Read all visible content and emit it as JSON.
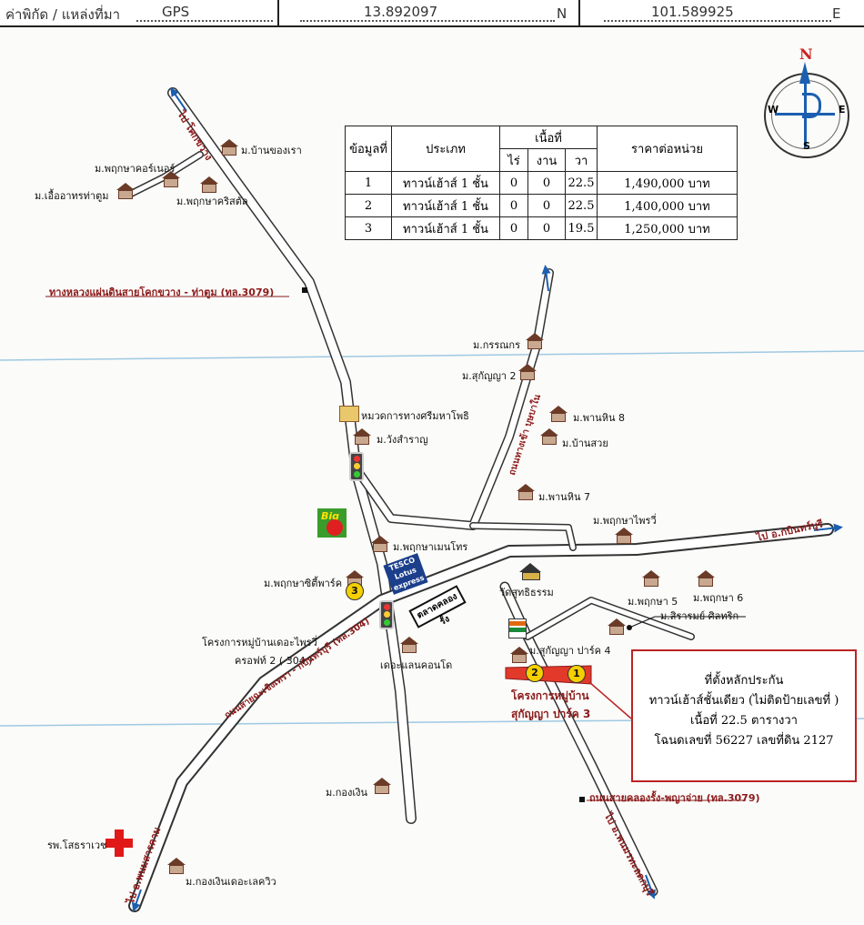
{
  "header": {
    "label": "ค่าพิกัด / แหล่งที่มา",
    "source": "GPS",
    "latitude": "13.892097",
    "lat_unit": "N",
    "longitude": "101.589925",
    "lon_unit": "E"
  },
  "table": {
    "headers": {
      "no": "ข้อมูลที่",
      "type": "ประเภท",
      "area": "เนื้อที่",
      "rai": "ไร่",
      "ngan": "งาน",
      "wa": "วา",
      "price": "ราคาต่อหน่วย"
    },
    "rows": [
      {
        "no": "1",
        "type": "ทาวน์เฮ้าส์ 1 ชั้น",
        "rai": "0",
        "ngan": "0",
        "wa": "22.5",
        "price": "1,490,000 บาท"
      },
      {
        "no": "2",
        "type": "ทาวน์เฮ้าส์ 1 ชั้น",
        "rai": "0",
        "ngan": "0",
        "wa": "22.5",
        "price": "1,400,000 บาท"
      },
      {
        "no": "3",
        "type": "ทาวน์เฮ้าส์ 1 ชั้น",
        "rai": "0",
        "ngan": "0",
        "wa": "19.5",
        "price": "1,250,000 บาท"
      }
    ]
  },
  "compass": {
    "n": "N",
    "e": "E",
    "w": "W",
    "s": "S"
  },
  "labels": {
    "to_khokkwang": "ไป โคกขวาง",
    "ban_khongrao": "ม.บ้านของเรา",
    "pruksa_cordinate": "ม.พฤกษาคอร์เนอร์",
    "ueaarthon": "ม.เอื้ออาทรท่าตูม",
    "pruksa_kristal": "ม.พฤกษาคริสตัล",
    "highway_3079": "ทางหลวงแผ่นดินสายโคกขวาง - ท่าตูม (ทล.3079)",
    "kannanakorn": "ม.กรรณกร",
    "sukanya2": "ม.สุกัญญา 2",
    "police": "หมวดการทางศรีมหาโพธิ",
    "wangsamran": "ม.วังสำราญ",
    "phanhin8": "ม.พานหิน 8",
    "bansuay": "ม.บ้านสวย",
    "road_phraputtabat": "ถนนทางเข้า บุษบาใน",
    "phanhin7": "ม.พานหิน 7",
    "pruksa_phrai": "ม.พฤกษาไพรวี่",
    "to_kabinburi": "ไป อ.กบินทร์บุรี",
    "pruksa_mesen": "ม.พฤกษาเมนโทร",
    "pruksa_city": "ม.พฤกษาซิตี้พาร์ค",
    "wat": "วัดสุทธิธรรม",
    "pruksa5": "ม.พฤกษา 5",
    "pruksa6": "ม.พฤกษา 6",
    "siraram": "ม.สิรารมย์ ศิลทริก",
    "market": "ตลาดคลองรั้ง",
    "project_phrai": "โครงการหมู่บ้านเดอะไพรวี่",
    "phase2": "ครอฟท์ 2 ( 304 )",
    "road_304": "ถนนสายฉะเชิงเทรา - กบินทร์บุรี (ทล.304)",
    "sukanya_park4": "ม.สุกัญญา ปาร์ค 4",
    "the_land": "เดอะแลนคอนโด",
    "project_red_1": "โครงการหมู่บ้าน",
    "project_red_2": "สุกัญญา ปาร์ค 3",
    "kongngoen": "ม.กองเงิน",
    "road_3079b": "ถนนสายคลองรั้ง-พญาจ่าย (ทล.3079)",
    "hospital": "รพ.โสธราเวช",
    "to_phanomsarakham": "ไป อ.พนมสารคาม",
    "kongngoen_deluxe": "ม.กองเงินเดอะเลควิว",
    "to_prachin": "ไป อ.พนมรทะลดกบุรี",
    "big_c": "Big",
    "lotus_1": "TESCO",
    "lotus_2": "Lotus",
    "lotus_3": "express"
  },
  "badges": {
    "b1": "1",
    "b2": "2",
    "b3": "3"
  },
  "location_box": {
    "title": "ที่ตั้งหลักประกัน",
    "line1": "ทาวน์เฮ้าส์ชั้นเดียว (ไม่ติดป้ายเลขที่ )",
    "line2": "เนื้อที่ 22.5 ตารางวา",
    "line3": "โฉนดเลขที่ 56227 เลขที่ดิน 2127"
  },
  "colors": {
    "road_fill": "#ffffff",
    "road_edge": "#333333",
    "accent_red": "#b22222",
    "arrow_blue": "#1b5fb0",
    "grid_blue": "#9ec9e3"
  }
}
